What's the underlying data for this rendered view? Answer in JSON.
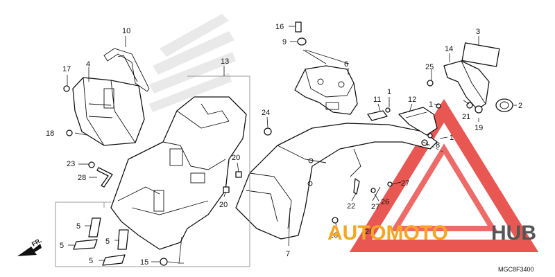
{
  "callouts": {
    "c2": "2",
    "c3": "3",
    "c4": "4",
    "c5a": "5",
    "c5b": "5",
    "c5c": "5",
    "c5d": "5",
    "c6": "6",
    "c7": "7",
    "c8": "8",
    "c9": "9",
    "c10": "10",
    "c11": "11",
    "c1a": "1",
    "c1b": "1",
    "c1c": "1",
    "c12": "12",
    "c13": "13",
    "c14": "14",
    "c15": "15",
    "c16": "16",
    "c17": "17",
    "c18": "18",
    "c19": "19",
    "c20a": "20",
    "c20b": "20",
    "c21": "21",
    "c22": "22",
    "c23": "23",
    "c24": "24",
    "c25": "25",
    "c26a": "26",
    "c26b": "26",
    "c26c": "26",
    "c27a": "27",
    "c27b": "27",
    "c27c": "27",
    "c28": "28"
  },
  "direction_label": "FR.",
  "diagram_code": "MGC8F3400",
  "watermark": {
    "word_left": "AUTOMOTO",
    "word_right": "HUB",
    "color_primary": "#f5a623",
    "color_accent": "#e53935",
    "color_dark": "#555555"
  },
  "colors": {
    "line": "#111111",
    "background": "#ffffff"
  }
}
